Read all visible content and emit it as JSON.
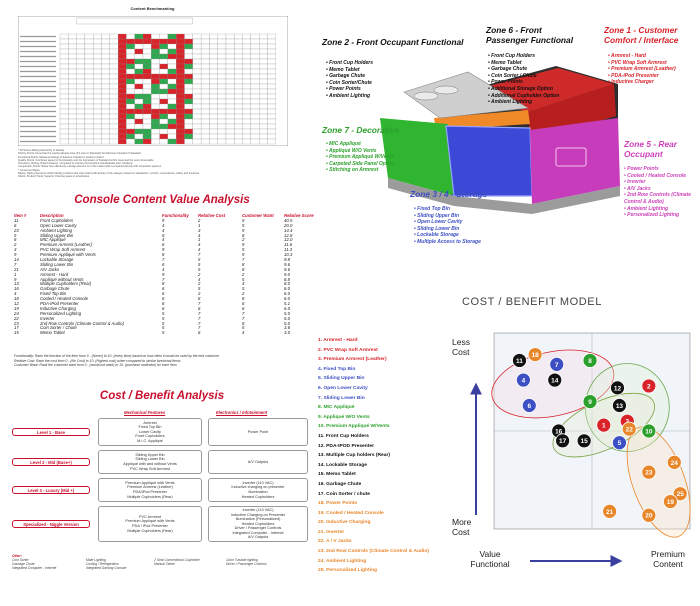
{
  "benchmark": {
    "title": "Content Benchmarking",
    "notes": [
      "* All Scores Rating (Hierarchy of Needs)",
      "Priority Points: Items that the market already have (It's core to Standard) Set Minimum Needed of Standard",
      "Functional Points: Measures Range of features included in product content",
      "Quality Points: Combines aspect of functionality and 1st Impression of Standard at first meet and the next consumable",
      "Accessory: Rating of Each Feature, compared to Industry best practice and Evaluate them relatively",
      "Comparison Points: Rates how effectively a design element is in the market when compared directly with competitor systems",
      "* Consumer Wants",
      "Rating: Rating that items which identify products that were listed with Entries of the category based on satisfaction, comfort, convenience, safety and luxurious",
      "Wants: Product Trend, Superior Charting space in all activities"
    ]
  },
  "value_analysis": {
    "title": "Console Content Value Analysis",
    "headers": [
      "Item #",
      "Description",
      "Functionality",
      "Relative Cost",
      "Customer Want",
      "Relative Score"
    ],
    "rows": [
      [
        "11",
        "Front Cupholders",
        "9",
        "2",
        "9",
        "40.5"
      ],
      [
        "6",
        "Open Lower Cavity",
        "4",
        "1",
        "5",
        "20.0"
      ],
      [
        "23",
        "Ambient Lighting",
        "4",
        "3",
        "9",
        "14.4"
      ],
      [
        "5",
        "Sliding Upper Bin",
        "6",
        "4",
        "8",
        "12.8"
      ],
      [
        "8",
        "MIC Appliqué",
        "4",
        "1",
        "2",
        "12.0"
      ],
      [
        "2",
        "Premium Armrest (Leather)",
        "6",
        "4",
        "9",
        "11.6"
      ],
      [
        "3",
        "PVC Wrap Soft Armrest",
        "9",
        "4",
        "5",
        "11.3"
      ],
      [
        "9",
        "Premium Appliqué with Vents",
        "8",
        "7",
        "9",
        "10.3"
      ],
      [
        "14",
        "Lockable Storage",
        "7",
        "5",
        "7",
        "9.8"
      ],
      [
        "7",
        "Sliding Lower Bin",
        "6",
        "5",
        "8",
        "9.6"
      ],
      [
        "21",
        "A/V Jacks",
        "4",
        "5",
        "8",
        "9.6"
      ],
      [
        "1",
        "Armrest - Hard",
        "9",
        "2",
        "2",
        "9.0"
      ],
      [
        "9",
        "Appliqué without Vents",
        "7",
        "4",
        "5",
        "8.8"
      ],
      [
        "13",
        "Multiple Cupholders (Rear)",
        "8",
        "2",
        "4",
        "8.0"
      ],
      [
        "16",
        "Garbage Chute",
        "6",
        "5",
        "5",
        "6.0"
      ],
      [
        "4",
        "Fixed Top Bin",
        "6",
        "2",
        "2",
        "6.0"
      ],
      [
        "18",
        "Cooled / Heated Console",
        "6",
        "8",
        "8",
        "6.0"
      ],
      [
        "12",
        "PDA-iPod Presenter",
        "6",
        "7",
        "6",
        "5.1"
      ],
      [
        "19",
        "Inductive Charging",
        "6",
        "6",
        "6",
        "6.0"
      ],
      [
        "24",
        "Personalized Lighting",
        "5",
        "7",
        "7",
        "5.0"
      ],
      [
        "22",
        "Inverter",
        "5",
        "7",
        "7",
        "5.0"
      ],
      [
        "23",
        "2nd Row Controls (Climate Control & Audio)",
        "5",
        "7",
        "8",
        "5.0"
      ],
      [
        "17",
        "Coin Sorter / Chute",
        "5",
        "7",
        "5",
        "3.6"
      ],
      [
        "15",
        "Memo Tablet",
        "5",
        "6",
        "4",
        "3.0"
      ]
    ],
    "notes": [
      "Functionality: Rank the function of the item from 0 - (Never) to 10- (every time) based on how often it would be used by the end customer",
      "Relative Cost: Rank the cost from 0 - (No Cost) to 10- (Highest cost) when compared to similar functional items",
      "Customer Want: Rank the customer want from 0 - (would not want) to 10- (purchase motivator) for each item"
    ]
  },
  "cost_benefit": {
    "title": "Cost / Benefit Analysis",
    "col_mech": "Mechanical Features",
    "col_elec": "Electronics / Infotainment",
    "levels": [
      {
        "label": "Level 1 - Base",
        "mech": [
          "Armrest",
          "Fixed Top Bin",
          "Lower Cavity",
          "Front Cupholders",
          "M.I.C. Appliqué"
        ],
        "elec": [
          "Power Point"
        ]
      },
      {
        "label": "Level 2 - Mid (Base+)",
        "mech": [
          "Sliding Upper Bin",
          "Sliding Lower Bin",
          "Appliqué with and without Vents",
          "PVC Wrap Soft Armrest"
        ],
        "elec": [
          "A/V Outputs"
        ]
      },
      {
        "label": "Level 3 - Luxury (Mid +)",
        "mech": [
          "Premium Appliqué with Vents",
          "Premium Armrest (Leather)",
          "PDA/iPod Presenter",
          "Multiple Cupholders (Rear)"
        ],
        "elec": [
          "Inverter (110 VAC)",
          "Inductive charging on presenter",
          "Illumination",
          "Heated Cupholders"
        ]
      },
      {
        "label": "Specialized - Niggle Version",
        "mech": [
          "PVC Armrest",
          "Premium Appliqué with Vents",
          "PDA / iPod Presenter",
          "Multiple Cupholders (Rear)"
        ],
        "elec": [
          "Inverter (110 VAC)",
          "Inductive Charging on Presenter",
          "Illumination (Personalized)",
          "Heated Cupholders",
          "Driver / Passenger Controls",
          "Integrated Computer - Internet",
          "A/V Outputs"
        ]
      }
    ],
    "other_label": "Other:",
    "other": [
      [
        "Coin Sorter",
        "Garbage Chute",
        "Integrated Computer - Internet"
      ],
      [
        "Mate Lighting",
        "Cooling / Refrigeration",
        "Integrated Gaming Console"
      ],
      [
        "2 Seat Conventional Cupholder",
        "Manual Tablet"
      ],
      [
        "Color Tunable lighting",
        "Driver / Passenger Controls"
      ]
    ]
  },
  "diagram": {
    "zones": [
      {
        "title": "Zone 2 - Front Occupant Functional",
        "color": "#111111",
        "items": [
          "Front Cup Holders",
          "Memo Tablet",
          "Garbage Chute",
          "Coin Sorter/Chute",
          "Power Points",
          "Ambient Lighting"
        ]
      },
      {
        "title": "Zone 6 - Front Passenger Functional",
        "color": "#111111",
        "items": [
          "Front Cup Holders",
          "Memo Tablet",
          "Garbage Chute",
          "Coin Sorter / Chute",
          "Power Points",
          "Additional Storage Option",
          "Additional Cupholder Option",
          "Ambient Lighting"
        ]
      },
      {
        "title": "Zone 1 - Customer Comfort / Interface",
        "color": "#d8232a",
        "items": [
          "Armrest - Hard",
          "PVC Wrap Soft Armrest",
          "Premium Armrest (Leather)",
          "PDA-iPod Presenter",
          "Inductive Charger"
        ]
      },
      {
        "title": "Zone 7 - Decorative",
        "color": "#2ca02c",
        "items": [
          "MIC Appliqué",
          "Appliqué W/O Vents",
          "Premium Appliqué W/Vents",
          "Carpeted Side Panel Option",
          "Stitching on Armrest"
        ]
      },
      {
        "title": "Zone 5 - Rear Occupant",
        "color": "#cc3fb8",
        "items": [
          "Power Points",
          "Cooled / Heated Console",
          "Inverter",
          "A/V Jacks",
          "2nd Row Controls (Climate Control & Audio)",
          "Ambient Lighting",
          "Personalized Lighting"
        ]
      },
      {
        "title": "Zone 3 / 4 - Storage",
        "color": "#3d4fc4",
        "items": [
          "Fixed Top Bin",
          "Sliding Upper Bin",
          "Open Lower Cavity",
          "Sliding Lower Bin",
          "Lockable Storage",
          "Multiple Access to Storage"
        ]
      }
    ]
  },
  "chart_data": {
    "type": "scatter",
    "title": "COST / BENEFIT MODEL",
    "ylabel_top": "Less Cost",
    "ylabel_bottom": "More Cost",
    "xlabel_left": "Value Functional",
    "xlabel_right": "Premium Content",
    "zone_colors": {
      "red": "#d8232a",
      "blue": "#3d4fc4",
      "dark": "#111111",
      "green": "#2ca02c",
      "orange": "#e8862a"
    },
    "legend": [
      {
        "n": 1,
        "label": "Armrest - Hard",
        "zone": "red"
      },
      {
        "n": 2,
        "label": "PVC Wrap Soft Armrest",
        "zone": "red"
      },
      {
        "n": 3,
        "label": "Premium Armrest (Leather)",
        "zone": "red"
      },
      {
        "n": 4,
        "label": "Fixed Top Bin",
        "zone": "blue"
      },
      {
        "n": 5,
        "label": "Sliding Upper Bin",
        "zone": "blue"
      },
      {
        "n": 6,
        "label": "Open Lower Cavity",
        "zone": "blue"
      },
      {
        "n": 7,
        "label": "Sliding Lower Bin",
        "zone": "blue"
      },
      {
        "n": 8,
        "label": "MIC Appliqué",
        "zone": "green"
      },
      {
        "n": 9,
        "label": "Appliqué W/O Vents",
        "zone": "green"
      },
      {
        "n": 10,
        "label": "Premium Appliqué W/Vents",
        "zone": "green"
      },
      {
        "n": 11,
        "label": "Front Cup Holders",
        "zone": "dark"
      },
      {
        "n": 12,
        "label": "PDA-IPOD Presenter",
        "zone": "dark"
      },
      {
        "n": 13,
        "label": "Multiple Cup holders (Rear)",
        "zone": "dark"
      },
      {
        "n": 14,
        "label": "Lockable Storage",
        "zone": "dark"
      },
      {
        "n": 15,
        "label": "Memo Tablet",
        "zone": "dark"
      },
      {
        "n": 16,
        "label": "Garbage Chute",
        "zone": "dark"
      },
      {
        "n": 17,
        "label": "Coin Sorter / chute",
        "zone": "dark"
      },
      {
        "n": 18,
        "label": "Power Points",
        "zone": "orange"
      },
      {
        "n": 19,
        "label": "Cooled / Heated Console",
        "zone": "orange"
      },
      {
        "n": 20,
        "label": "Inductive Charging",
        "zone": "orange"
      },
      {
        "n": 21,
        "label": "Inverter",
        "zone": "orange"
      },
      {
        "n": 22,
        "label": "A / V Jacks",
        "zone": "orange"
      },
      {
        "n": 23,
        "label": "2nd Row Controls (Climate Control & Audio)",
        "zone": "orange"
      },
      {
        "n": 24,
        "label": "Ambient Lighting",
        "zone": "orange"
      },
      {
        "n": 25,
        "label": "Personalized Lighting",
        "zone": "orange"
      }
    ],
    "points": [
      {
        "n": 11,
        "x": 1.3,
        "y": 8.6,
        "color": "#111111"
      },
      {
        "n": 18,
        "x": 2.1,
        "y": 8.9,
        "color": "#e8862a"
      },
      {
        "n": 7,
        "x": 3.2,
        "y": 8.4,
        "color": "#3d4fc4"
      },
      {
        "n": 8,
        "x": 4.9,
        "y": 8.6,
        "color": "#2ca02c"
      },
      {
        "n": 4,
        "x": 1.5,
        "y": 7.6,
        "color": "#3d4fc4"
      },
      {
        "n": 14,
        "x": 3.1,
        "y": 7.6,
        "color": "#111111"
      },
      {
        "n": 6,
        "x": 1.8,
        "y": 6.3,
        "color": "#3d4fc4"
      },
      {
        "n": 9,
        "x": 4.9,
        "y": 6.5,
        "color": "#2ca02c"
      },
      {
        "n": 12,
        "x": 6.3,
        "y": 7.2,
        "color": "#111111"
      },
      {
        "n": 2,
        "x": 7.9,
        "y": 7.3,
        "color": "#d8232a"
      },
      {
        "n": 13,
        "x": 6.4,
        "y": 6.3,
        "color": "#111111"
      },
      {
        "n": 3,
        "x": 6.8,
        "y": 5.5,
        "color": "#d8232a"
      },
      {
        "n": 16,
        "x": 3.3,
        "y": 5.0,
        "color": "#111111"
      },
      {
        "n": 17,
        "x": 3.5,
        "y": 4.5,
        "color": "#111111"
      },
      {
        "n": 15,
        "x": 4.6,
        "y": 4.5,
        "color": "#111111"
      },
      {
        "n": 1,
        "x": 5.6,
        "y": 5.3,
        "color": "#d8232a"
      },
      {
        "n": 22,
        "x": 6.9,
        "y": 5.1,
        "color": "#e8862a"
      },
      {
        "n": 5,
        "x": 6.4,
        "y": 4.4,
        "color": "#3d4fc4"
      },
      {
        "n": 10,
        "x": 7.9,
        "y": 5.0,
        "color": "#2ca02c"
      },
      {
        "n": 24,
        "x": 9.2,
        "y": 3.4,
        "color": "#e8862a"
      },
      {
        "n": 23,
        "x": 7.9,
        "y": 2.9,
        "color": "#e8862a"
      },
      {
        "n": 25,
        "x": 9.5,
        "y": 1.8,
        "color": "#e8862a"
      },
      {
        "n": 19,
        "x": 9.0,
        "y": 1.4,
        "color": "#e8862a"
      },
      {
        "n": 21,
        "x": 5.9,
        "y": 0.9,
        "color": "#e8862a"
      },
      {
        "n": 20,
        "x": 7.9,
        "y": 0.7,
        "color": "#e8862a"
      }
    ],
    "xlim": [
      0,
      10
    ],
    "ylim": [
      0,
      10
    ]
  }
}
